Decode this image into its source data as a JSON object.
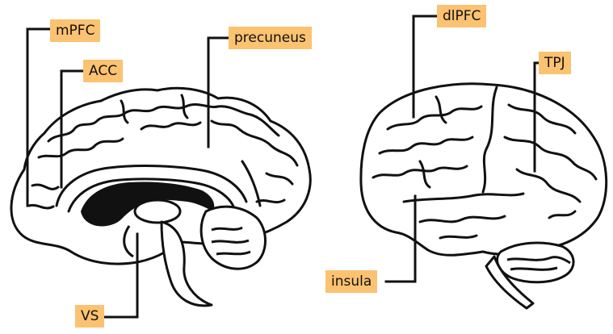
{
  "colors": {
    "label_fill": "#fbc271",
    "outline": "#111111",
    "background": "#ffffff"
  },
  "labels": {
    "mpfc": "mPFC",
    "acc": "ACC",
    "precuneus": "precuneus",
    "vs": "VS",
    "dlpfc": "dlPFC",
    "tpj": "TPJ",
    "insula": "insula"
  }
}
